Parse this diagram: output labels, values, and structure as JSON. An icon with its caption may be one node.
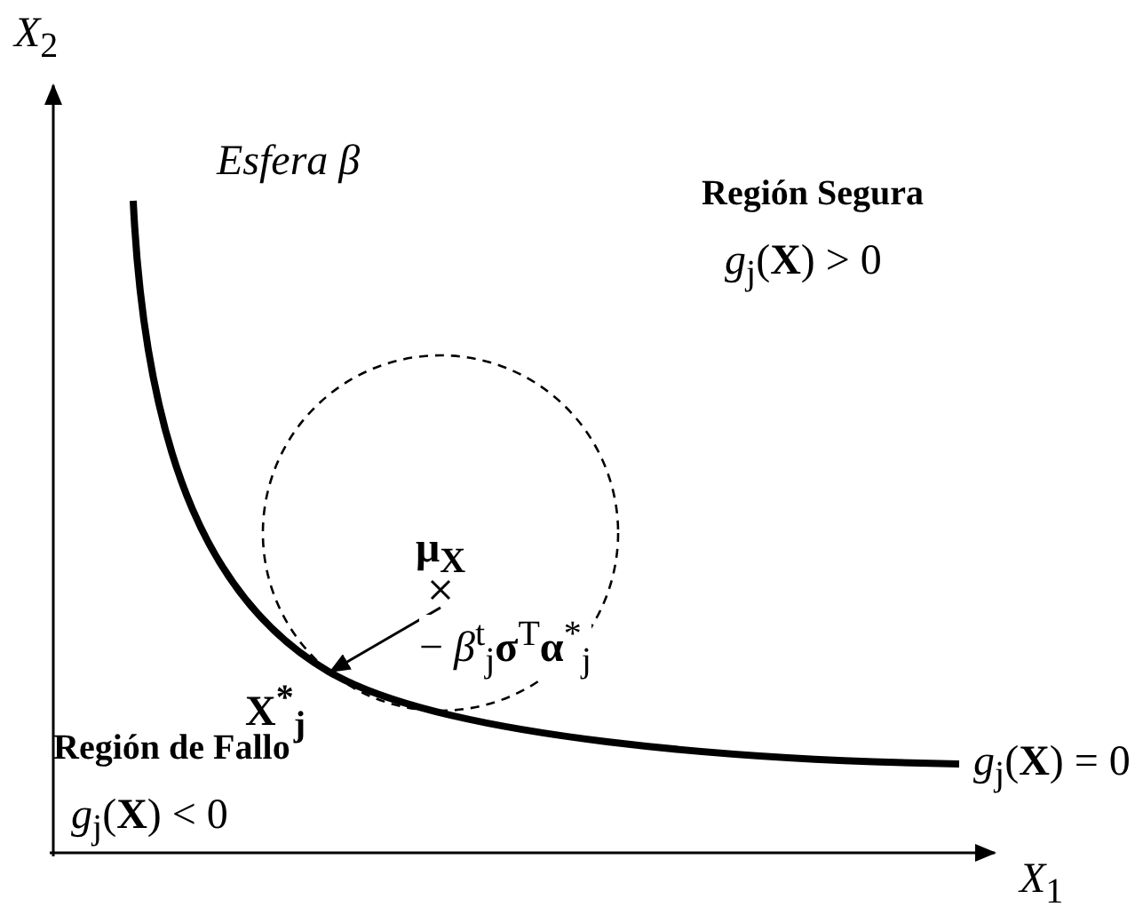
{
  "diagram": {
    "nodes": [
      {
        "text": [
          "μ$_{X}$"
        ]
      },
      {
        "text": [
          "X$^{*}$$_{j}$"
        ]
      }
    ],
    "edges": [
      {
        "from": 0,
        "to": 1,
        "arrow": "to",
        "label": "− *β*$^{t}$$_{j}$**σ**$^{T}$**α**$^{*}$$_{j}$"
      }
    ],
    "labels": [
      "*X*$_{2}$",
      "*Esfera* *β*",
      "Región Segura",
      "*g*$_{j}$(**X**) > 0",
      "Región de Fallo",
      "*g*$_{j}$(**X**) < 0",
      "*g*$_{j}$(**X**) = 0",
      "*X*$_{1}$"
    ]
  }
}
